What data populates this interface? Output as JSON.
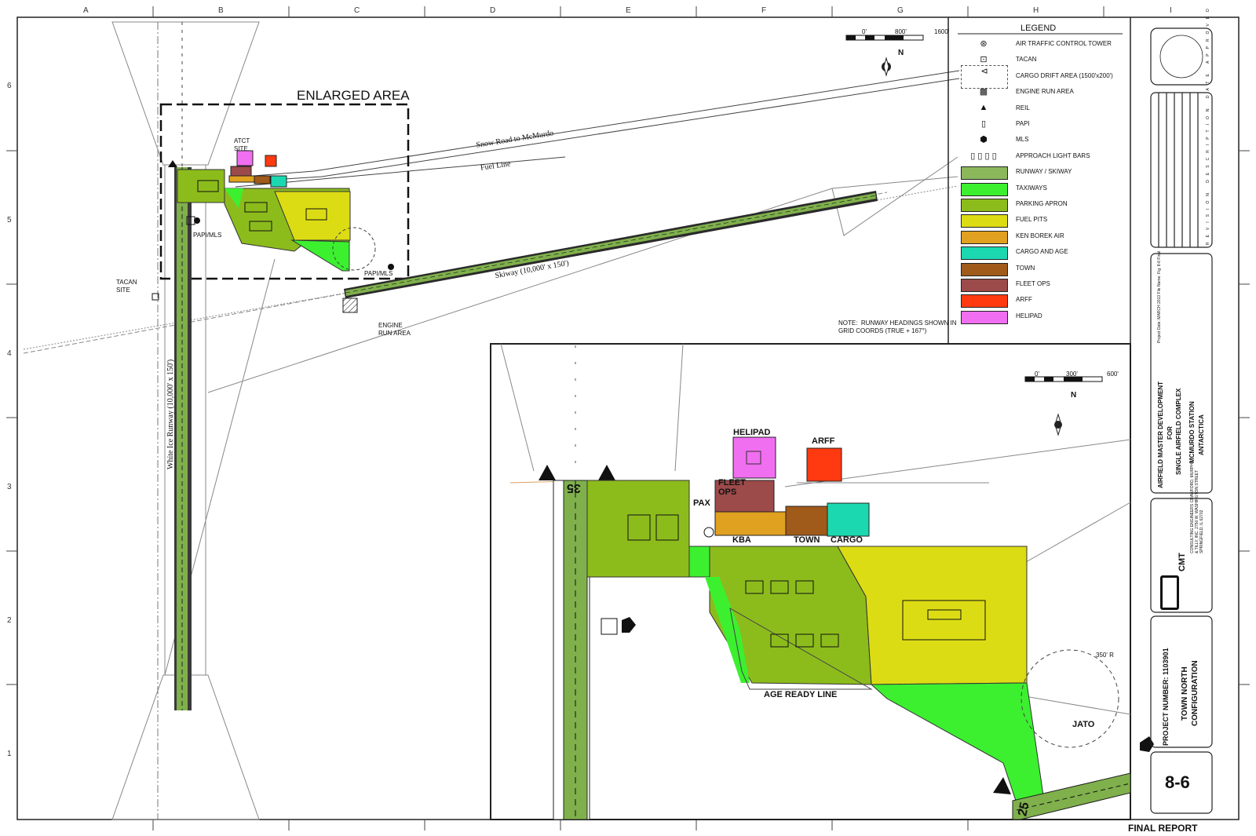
{
  "grid": {
    "columns": [
      "A",
      "B",
      "C",
      "D",
      "E",
      "F",
      "G",
      "H",
      "I"
    ],
    "rows": [
      "6",
      "5",
      "4",
      "3",
      "2",
      "1"
    ]
  },
  "main_map": {
    "enlarged_area": "ENLARGED AREA",
    "snow_road": "Snow Road to McMurdo",
    "fuel_line": "Fuel Line",
    "skiway": "Skiway (10,000' x 150')",
    "white_ice_runway": "White Ice Runway (10,000' x 150')",
    "atct_site": "ATCT\nSITE",
    "papi_mls_1": "PAPI/MLS",
    "papi_mls_2": "PAPI/MLS",
    "tacan_site": "TACAN\nSITE",
    "engine_run_area": "ENGINE\nRUN AREA",
    "note": "NOTE:  RUNWAY HEADINGS SHOWN IN\nGRID COORDS (TRUE + 167°)",
    "scale": {
      "s0": "0'",
      "s1": "800'",
      "s2": "1600'"
    },
    "north": "N"
  },
  "inset_map": {
    "helipad": "HELIPAD",
    "arff": "ARFF",
    "fleet_ops": "FLEET\nOPS",
    "pax": "PAX",
    "kba": "KBA",
    "town": "TOWN",
    "cargo": "CARGO",
    "age_ready_line": "AGE READY LINE",
    "jato": "JATO",
    "radius": "350' R",
    "rwy_35": "35",
    "rwy_25": "25",
    "scale": {
      "s0": "0'",
      "s1": "300'",
      "s2": "600'"
    },
    "north": "N"
  },
  "legend": {
    "title": "LEGEND",
    "items": [
      {
        "label": "AIR TRAFFIC CONTROL TOWER",
        "sym": "atct-icon"
      },
      {
        "label": "TACAN",
        "sym": "tacan-icon"
      },
      {
        "label": "CARGO DRIFT AREA (1500'x200')",
        "sym": "drift-icon"
      },
      {
        "label": "ENGINE RUN AREA",
        "sym": "hatch-icon"
      },
      {
        "label": "REIL",
        "sym": "triangle-icon"
      },
      {
        "label": "PAPI",
        "sym": "papi-icon"
      },
      {
        "label": "MLS",
        "sym": "mls-icon"
      },
      {
        "label": "APPROACH LIGHT BARS",
        "sym": "lightbars-icon"
      },
      {
        "label": "RUNWAY / SKIWAY",
        "color": "#8cb85c"
      },
      {
        "label": "TAXIWAYS",
        "color": "#3cf030"
      },
      {
        "label": "PARKING APRON",
        "color": "#8cbc1c"
      },
      {
        "label": "FUEL PITS",
        "color": "#dcdc14"
      },
      {
        "label": "KEN BOREK AIR",
        "color": "#e0a020"
      },
      {
        "label": "CARGO AND AGE",
        "color": "#1cd8b0"
      },
      {
        "label": "TOWN",
        "color": "#a05a1a"
      },
      {
        "label": "FLEET OPS",
        "color": "#9c4a4a"
      },
      {
        "label": "ARFF",
        "color": "#ff3a10"
      },
      {
        "label": "HELIPAD",
        "color": "#f06ef0"
      }
    ]
  },
  "title_block": {
    "revision_headers": [
      "REVISION",
      "DESCRIPTION",
      "DATE",
      "APPROVED"
    ],
    "project_info": "Project Date: MARCH 2013   File Name: Fig. 8-6 Final",
    "project_title_1": "AIRFIELD MASTER DEVELOPMENT",
    "project_title_2": "FOR",
    "project_title_3": "SINGLE AIRFIELD COMPLEX",
    "location_1": "MCMURDO STATION",
    "location_2": "ANTARCTICA",
    "firm_lines": "CONSULTING ENGINEERS  CRAWFORD, MURPHY & TILLY, INC.  2750 W. WASHINGTON STREET  SPRINGFIELD, IL 62702",
    "firm": "CMT",
    "project_number_label": "PROJECT NUMBER:",
    "project_number": "1103901",
    "sheet_title_1": "TOWN NORTH",
    "sheet_title_2": "CONFIGURATION",
    "figure": "8-6",
    "final_report": "FINAL REPORT"
  }
}
